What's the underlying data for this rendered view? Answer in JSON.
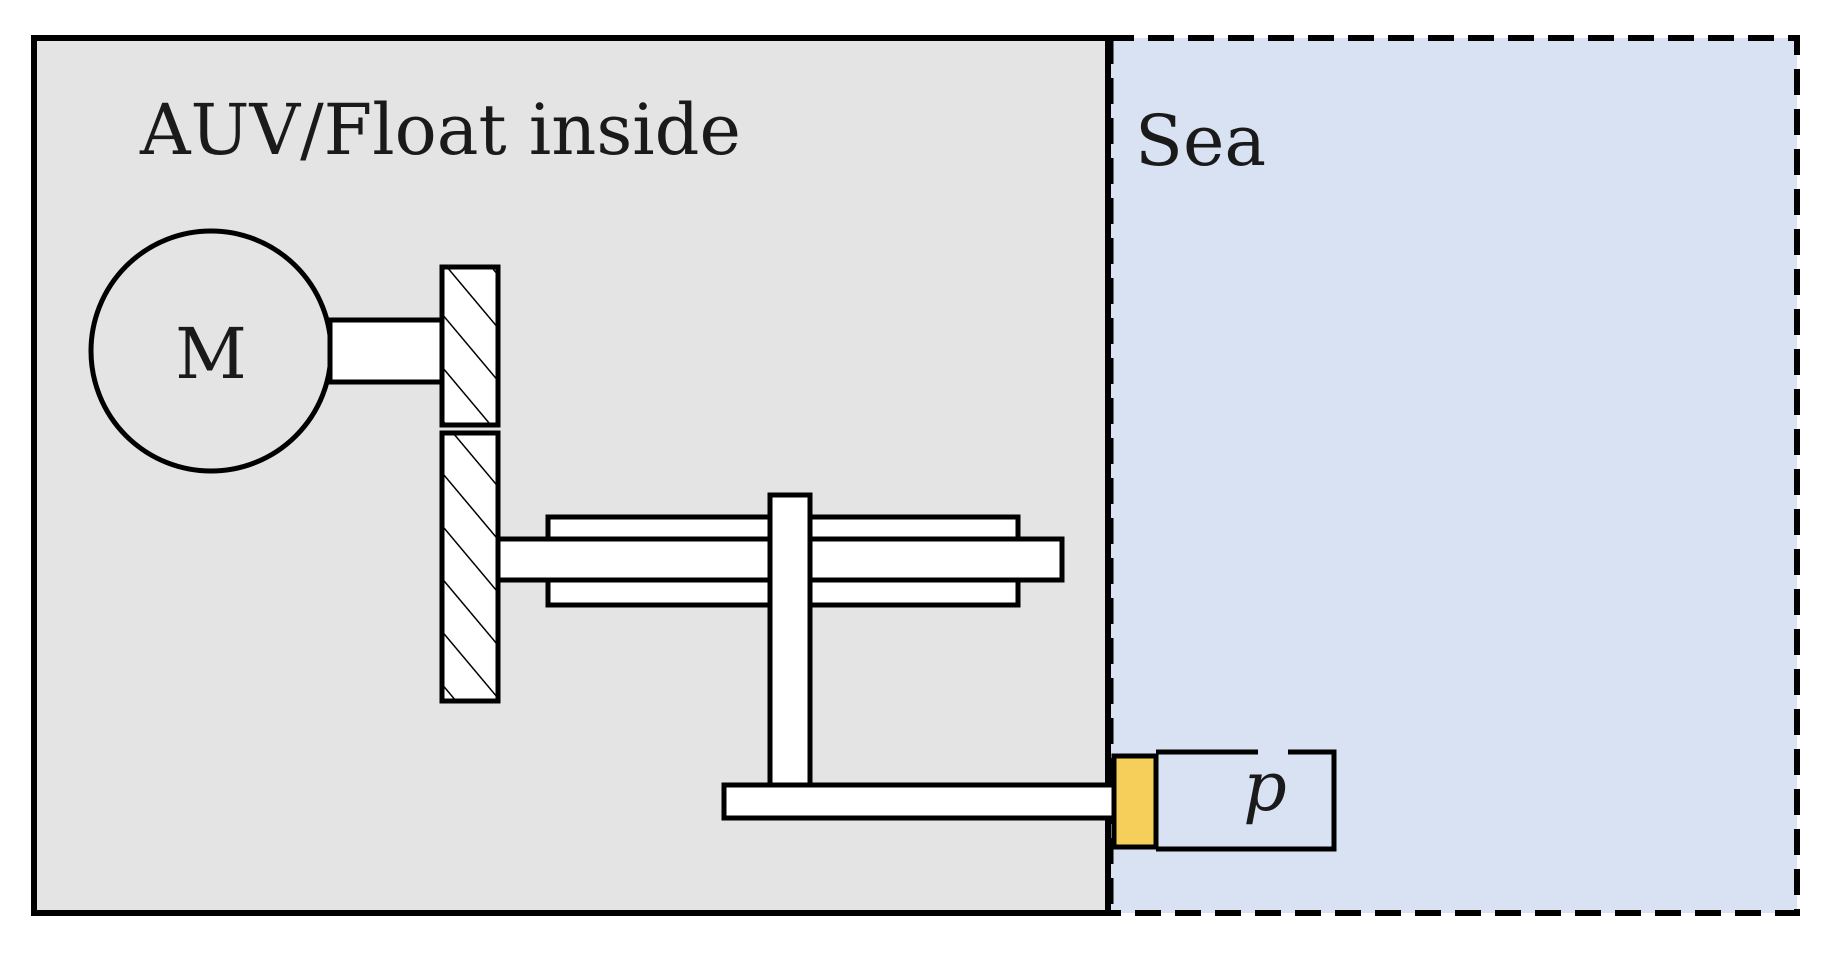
{
  "labels": {
    "inside": "AUV/Float inside",
    "sea": "Sea",
    "motor": "M",
    "pressure": "p"
  },
  "colors": {
    "inside_fill": "#e4e4e4",
    "sea_fill": "#d9e2f3",
    "piston_fill": "#f5cf5a",
    "stroke": "#000000",
    "part_fill": "#ffffff"
  },
  "icons": {
    "motor": "motor-circle-icon",
    "gear": "hatched-gear-icon",
    "piston": "piston-icon"
  }
}
